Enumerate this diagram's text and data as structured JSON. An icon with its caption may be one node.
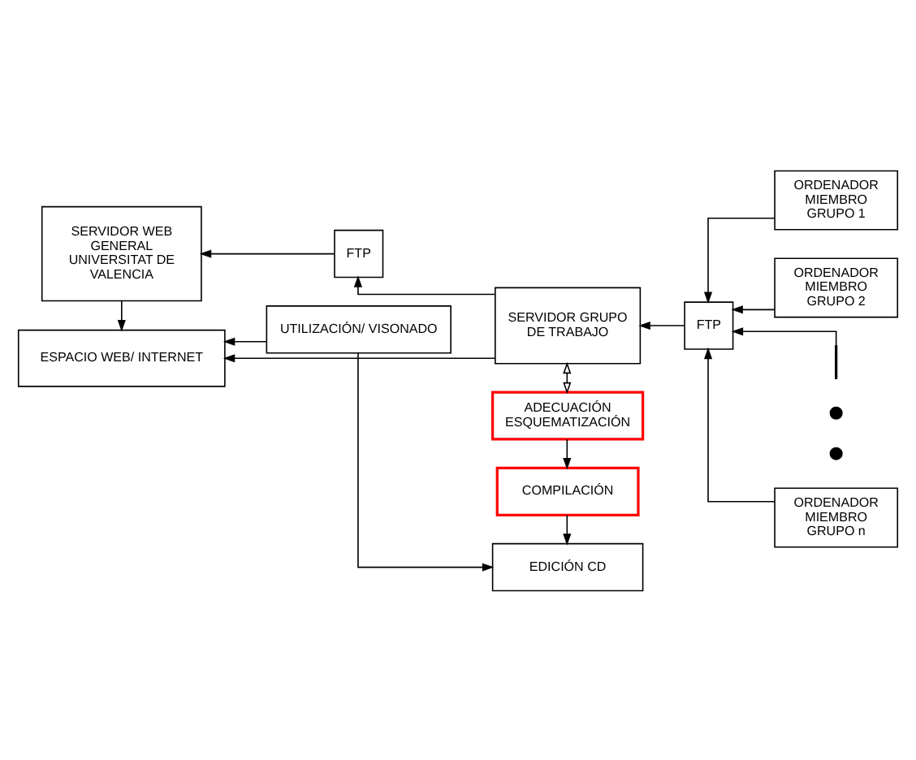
{
  "diagram": {
    "nodes": [
      {
        "text": [
          "SERVIDOR WEB GENERAL UNIVERSITAT DE VALENCIA"
        ]
      },
      {
        "text": [
          "FTP"
        ]
      },
      {
        "text": [
          "SERVIDOR GRUPO DE TRABAJO"
        ]
      },
      {
        "text": [
          "FTP"
        ]
      },
      {
        "text": [
          "ORDENADOR MIEMBRO GRUPO 1"
        ]
      },
      {
        "text": [
          "ORDENADOR MIEMBRO GRUPO 2"
        ]
      },
      {
        "text": [],
        "shape": "bar"
      },
      {
        "text": [],
        "shape": "circle"
      },
      {
        "text": [],
        "shape": "circle"
      },
      {
        "text": [
          "ORDENADOR MIEMBRO GRUPO n"
        ]
      },
      {
        "text": [
          "ADECUACIÓN ESQUEMATIZACIÓN"
        ]
      },
      {
        "text": [
          "COMPILACIÓN"
        ]
      },
      {
        "text": [
          "ESPACIO WEB/ INTERNET"
        ]
      },
      {
        "text": [
          "EDICIÓN CD"
        ]
      },
      {
        "text": [
          "UTILIZACIÓN/ VISONADO"
        ]
      }
    ],
    "edges": [
      {
        "from": 2,
        "to": 1,
        "arrow": "to"
      },
      {
        "from": 1,
        "to": 0,
        "arrow": "to"
      },
      {
        "from": 4,
        "to": 3,
        "arrow": "to"
      },
      {
        "from": 5,
        "to": 3,
        "arrow": "to"
      },
      {
        "from": 6,
        "to": 3,
        "arrow": "to"
      },
      {
        "from": 9,
        "to": 3,
        "arrow": "to"
      },
      {
        "from": 3,
        "to": 2,
        "arrow": "to"
      },
      {
        "from": 2,
        "to": 10,
        "arrow": "both"
      },
      {
        "from": 10,
        "to": 11,
        "arrow": "to"
      },
      {
        "from": 11,
        "to": 13,
        "arrow": "to"
      },
      {
        "from": 0,
        "to": 12,
        "arrow": "to"
      },
      {
        "from": 2,
        "to": 12,
        "arrow": "to"
      },
      {
        "from": 14,
        "to": 12,
        "arrow": "to"
      },
      {
        "from": 14,
        "to": 13,
        "arrow": "to"
      }
    ]
  }
}
